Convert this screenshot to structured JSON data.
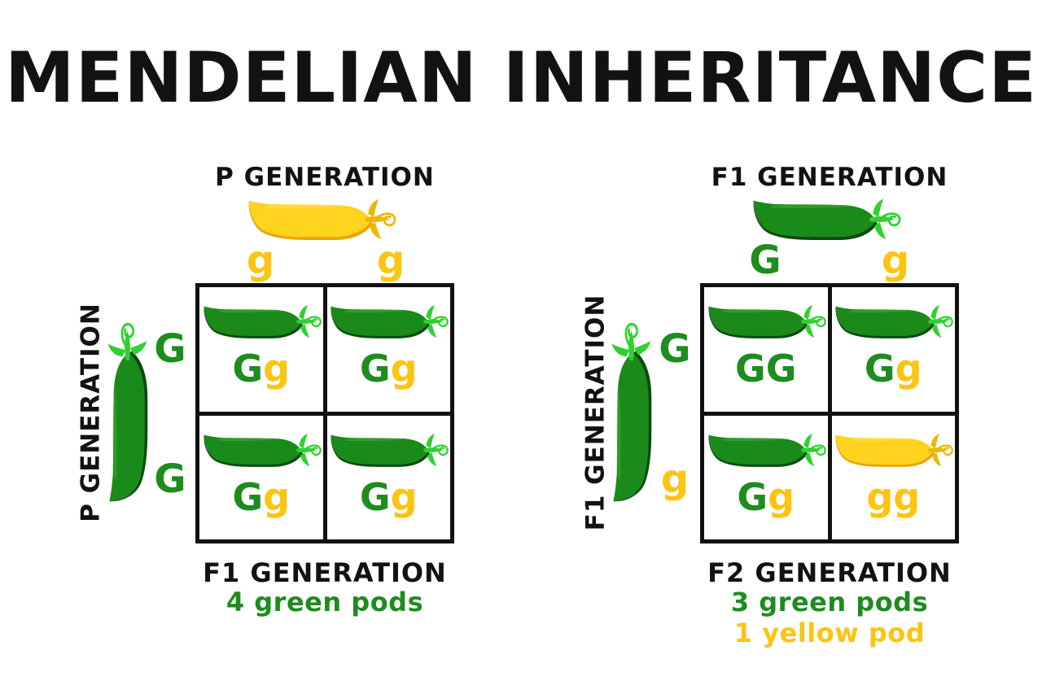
{
  "title": "MENDELIAN INHERITANCE",
  "colors": {
    "text": "#121212",
    "green": "#1e8c1e",
    "yellow": "#fdc411",
    "pod-green-main": "#1a8a1a",
    "pod-green-dark": "#0b4a10",
    "pod-green-accent": "#2fd12f",
    "pod-green-light": "#4fae3a",
    "pod-yellow-main": "#ffd41e",
    "pod-yellow-dark": "#e9a60a",
    "pod-yellow-accent": "#eeb704",
    "pod-yellow-light": "#ffe566"
  },
  "left_square": {
    "top_label": "P GENERATION",
    "top_pod": "yellow",
    "col_alleles": [
      {
        "letter": "g",
        "color": "yellow"
      },
      {
        "letter": "g",
        "color": "yellow"
      }
    ],
    "side_label": "P GENERATION",
    "side_pod": "green",
    "row_alleles": [
      {
        "letter": "G",
        "color": "green"
      },
      {
        "letter": "G",
        "color": "green"
      }
    ],
    "cells": [
      {
        "pod": "green",
        "alleles": [
          {
            "letter": "G",
            "color": "green"
          },
          {
            "letter": "g",
            "color": "yellow"
          }
        ]
      },
      {
        "pod": "green",
        "alleles": [
          {
            "letter": "G",
            "color": "green"
          },
          {
            "letter": "g",
            "color": "yellow"
          }
        ]
      },
      {
        "pod": "green",
        "alleles": [
          {
            "letter": "G",
            "color": "green"
          },
          {
            "letter": "g",
            "color": "yellow"
          }
        ]
      },
      {
        "pod": "green",
        "alleles": [
          {
            "letter": "G",
            "color": "green"
          },
          {
            "letter": "g",
            "color": "yellow"
          }
        ]
      }
    ],
    "result_title": "F1 GENERATION",
    "results": [
      {
        "text": "4 green pods",
        "color": "green"
      }
    ]
  },
  "right_square": {
    "top_label": "F1 GENERATION",
    "top_pod": "green",
    "col_alleles": [
      {
        "letter": "G",
        "color": "green"
      },
      {
        "letter": "g",
        "color": "yellow"
      }
    ],
    "side_label": "F1 GENERATION",
    "side_pod": "green",
    "row_alleles": [
      {
        "letter": "G",
        "color": "green"
      },
      {
        "letter": "g",
        "color": "yellow"
      }
    ],
    "cells": [
      {
        "pod": "green",
        "alleles": [
          {
            "letter": "G",
            "color": "green"
          },
          {
            "letter": "G",
            "color": "green"
          }
        ]
      },
      {
        "pod": "green",
        "alleles": [
          {
            "letter": "G",
            "color": "green"
          },
          {
            "letter": "g",
            "color": "yellow"
          }
        ]
      },
      {
        "pod": "green",
        "alleles": [
          {
            "letter": "G",
            "color": "green"
          },
          {
            "letter": "g",
            "color": "yellow"
          }
        ]
      },
      {
        "pod": "yellow",
        "alleles": [
          {
            "letter": "g",
            "color": "yellow"
          },
          {
            "letter": "g",
            "color": "yellow"
          }
        ]
      }
    ],
    "result_title": "F2 GENERATION",
    "results": [
      {
        "text": "3 green pods",
        "color": "green"
      },
      {
        "text": "1 yellow pod",
        "color": "yellow"
      }
    ]
  }
}
